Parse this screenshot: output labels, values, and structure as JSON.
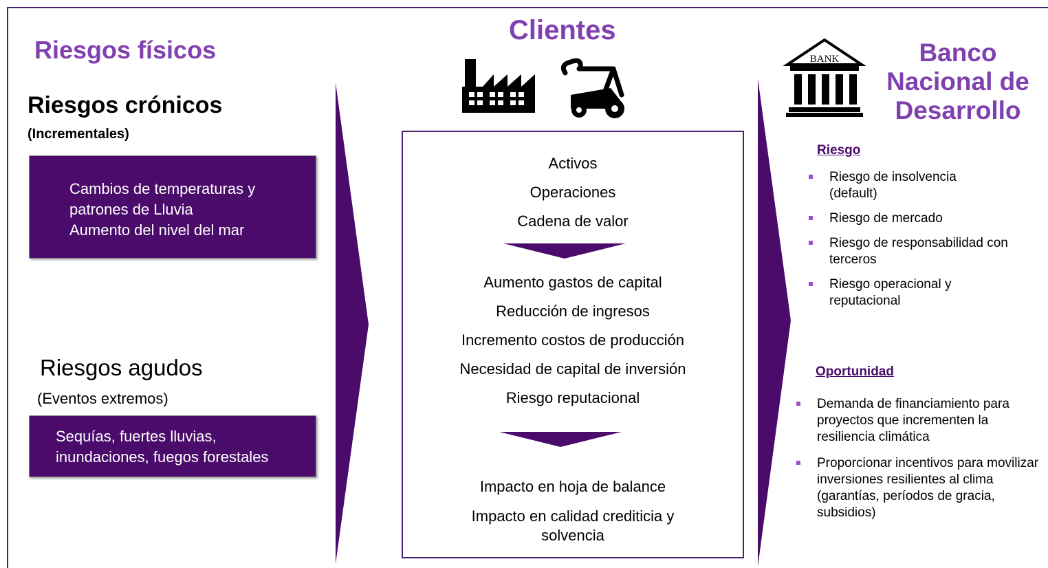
{
  "left": {
    "title": "Riesgos físicos",
    "chronic": {
      "heading": "Riesgos crónicos",
      "subheading": "(Incrementales)",
      "box_lines": [
        "Cambios de temperaturas y",
        "patrones de Lluvia",
        "Aumento del nivel del mar"
      ]
    },
    "acute": {
      "heading": "Riesgos agudos",
      "subheading": "(Eventos extremos)",
      "box_lines": [
        "Sequías, fuertes lluvias,",
        "inundaciones, fuegos forestales"
      ]
    }
  },
  "center": {
    "title": "Clientes",
    "icons": [
      "factory-icon",
      "tractor-excavator-icon"
    ],
    "group1": [
      "Activos",
      "Operaciones",
      "Cadena de valor"
    ],
    "group2": [
      "Aumento gastos de capital",
      "Reducción de ingresos",
      "Incremento costos de producción",
      "Necesidad de capital de inversión",
      "Riesgo reputacional"
    ],
    "group3": [
      "Impacto en hoja de balance",
      "Impacto en calidad crediticia y",
      "solvencia"
    ]
  },
  "right": {
    "bank_icon_label": "BANK",
    "title_lines": [
      "Banco",
      "Nacional de",
      "Desarrollo"
    ],
    "risk": {
      "heading": "Riesgo",
      "items": [
        "Riesgo de insolvencia (default)",
        "Riesgo de mercado",
        "Riesgo de responsabilidad con terceros",
        "Riesgo operacional y reputacional"
      ]
    },
    "opportunity": {
      "heading": "Oportunidad",
      "items": [
        "Demanda de financiamiento para proyectos que incrementen la resiliencia climática",
        "Proporcionar incentivos para movilizar inversiones resilientes al clima (garantías, períodos de gracia, subsidios)"
      ]
    }
  },
  "colors": {
    "brand_purple": "#8040b0",
    "dark_purple": "#4a0b6b",
    "bullet": "#9c4fc8"
  }
}
